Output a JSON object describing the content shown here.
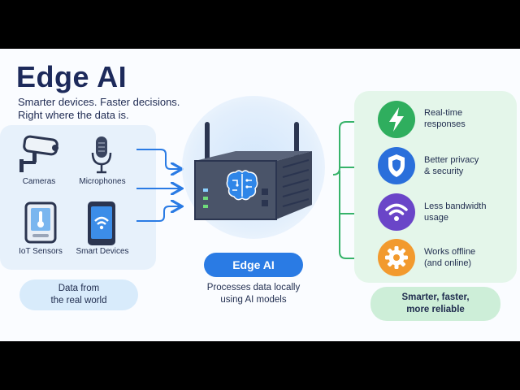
{
  "header": {
    "title": "Edge AI",
    "subtitle_line1": "Smarter devices.  Faster decisions.",
    "subtitle_line2": "Right where the data is."
  },
  "devices": [
    {
      "label": "Cameras",
      "icon": "camera-icon"
    },
    {
      "label": "Microphones",
      "icon": "microphone-icon"
    },
    {
      "label": "IoT Sensors",
      "icon": "iot-sensor-icon"
    },
    {
      "label": "Smart Devices",
      "icon": "smartphone-icon"
    }
  ],
  "data_source": {
    "line1": "Data from",
    "line2": "the real world"
  },
  "center": {
    "badge": "Edge AI",
    "caption_line1": "Processes data locally",
    "caption_line2": "using AI models"
  },
  "benefits": [
    {
      "line1": "Real-time",
      "line2": "responses",
      "icon": "lightning-icon",
      "color": "#2fae5e"
    },
    {
      "line1": "Better privacy",
      "line2": "& security",
      "icon": "shield-icon",
      "color": "#2a6fdb"
    },
    {
      "line1": "Less bandwidth",
      "line2": "usage",
      "icon": "wifi-icon",
      "color": "#6a45c8"
    },
    {
      "line1": "Works offline",
      "line2": "(and online)",
      "icon": "gear-icon",
      "color": "#f29a2e"
    }
  ],
  "result": {
    "line1": "Smarter, faster,",
    "line2": "more reliable"
  },
  "colors": {
    "title": "#1d2a5b",
    "accent_blue": "#2a7be4",
    "arrow_blue": "#2a7be4",
    "arrow_green": "#37b36a",
    "device_panel": "#e7f1fb",
    "benefit_panel": "#e4f6ea"
  }
}
